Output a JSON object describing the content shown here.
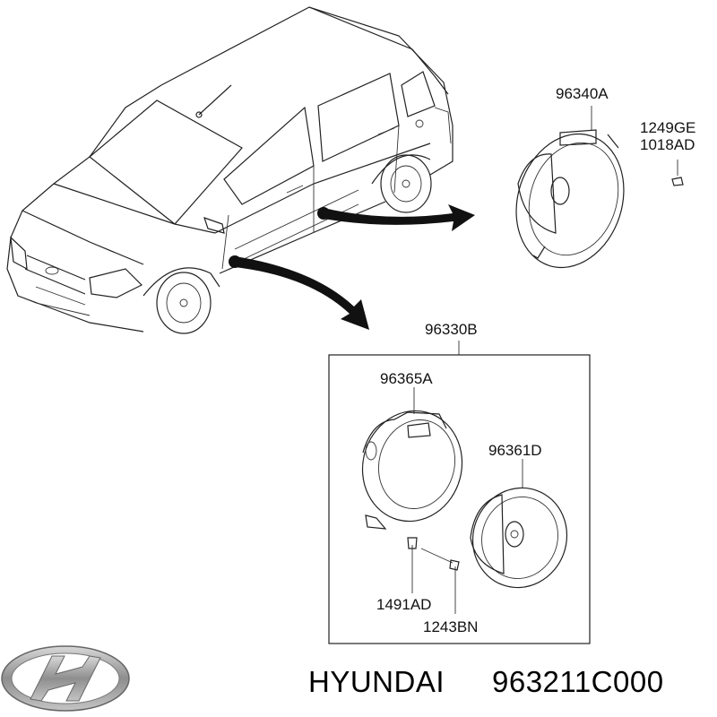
{
  "parts": {
    "rear_speaker": "96340A",
    "screw_a": "1249GE",
    "screw_b": "1018AD",
    "front_assembly": "96330B",
    "bracket": "96365A",
    "front_speaker": "96361D",
    "bolt_a": "1491AD",
    "bolt_b": "1243BN"
  },
  "caption": {
    "brand": "HYUNDAI",
    "part_number": "963211C000"
  },
  "icons": {
    "logo": "hyundai-logo-icon"
  },
  "colors": {
    "line": "#222222",
    "logo_silver": "#9a9a9a"
  }
}
